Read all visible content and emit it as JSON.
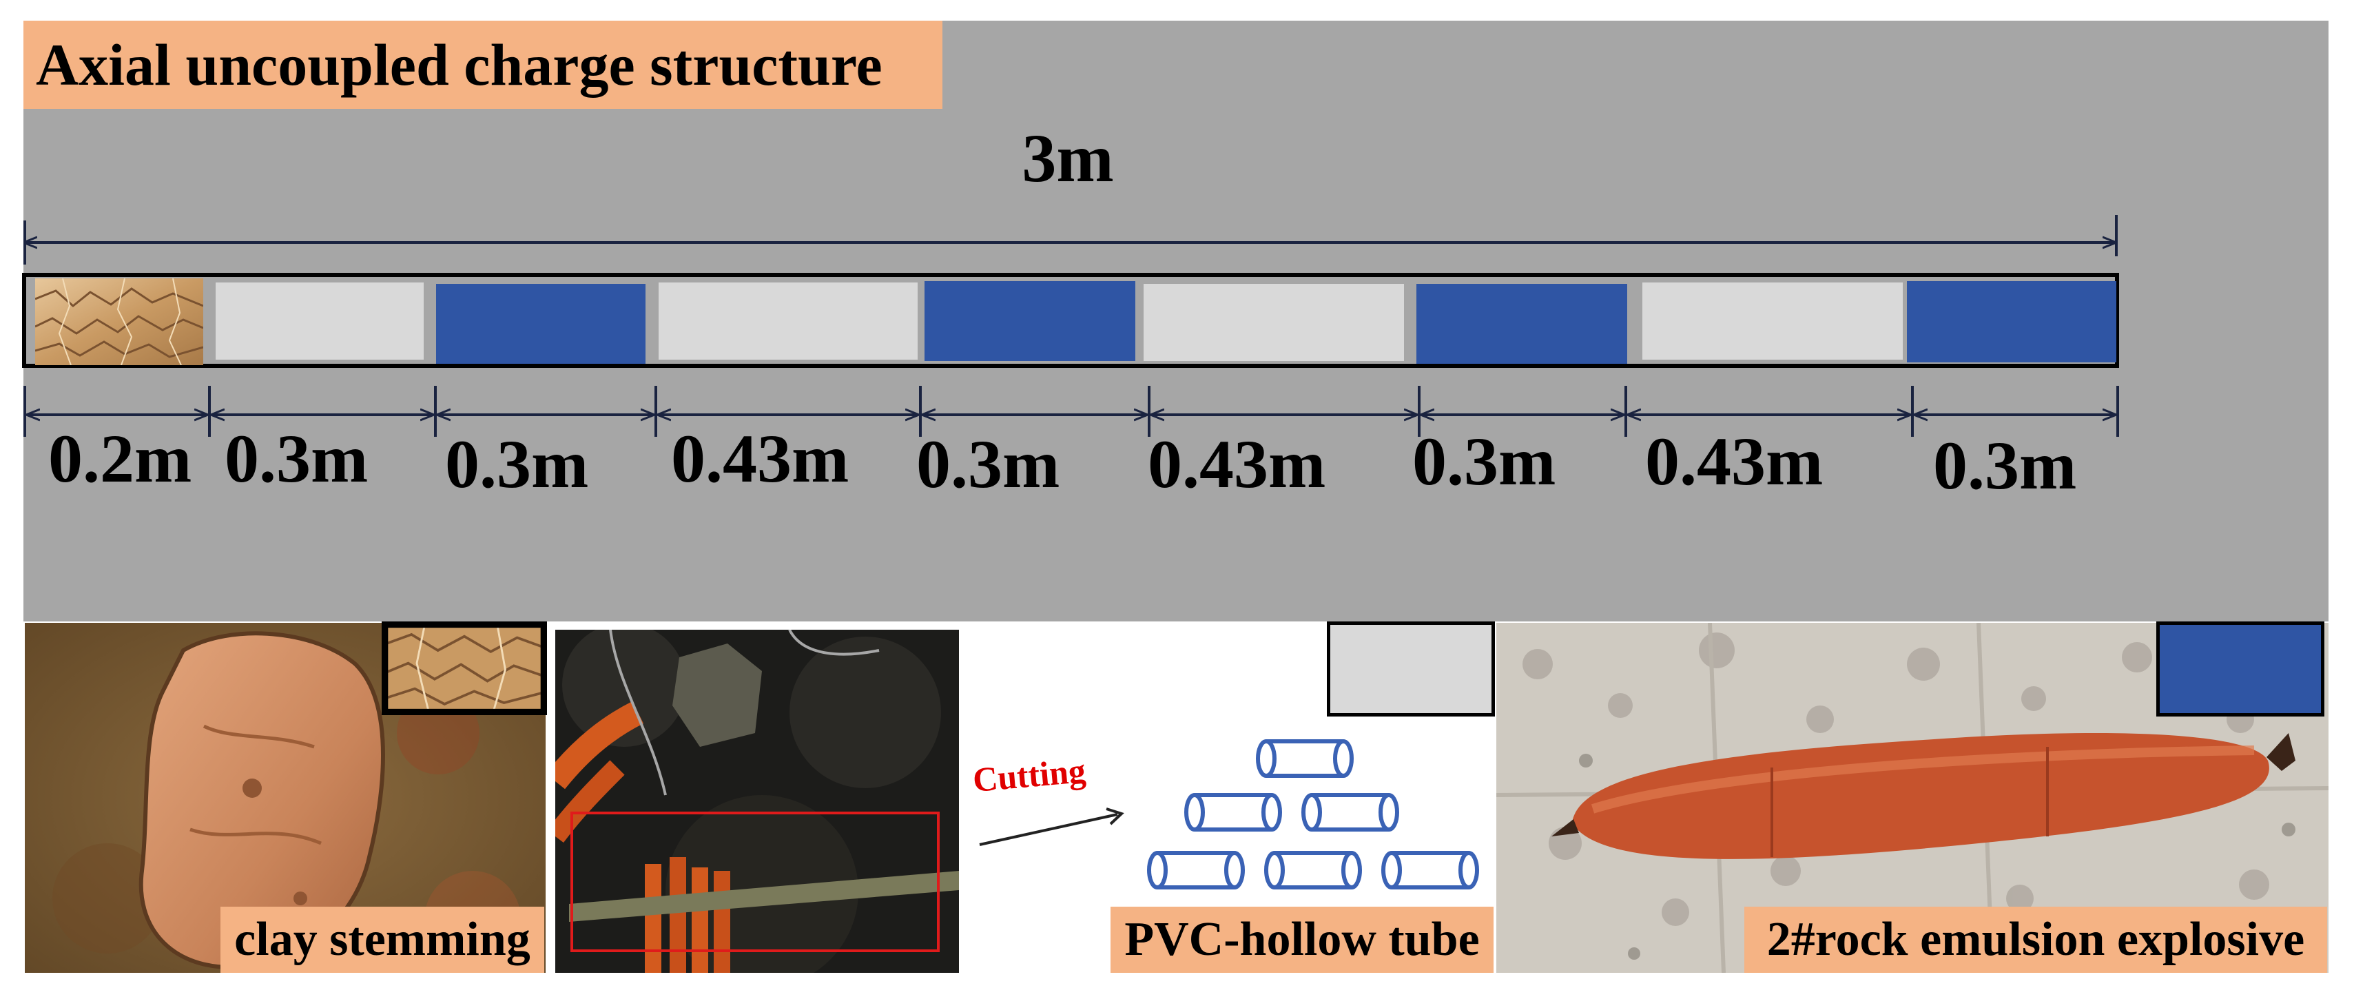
{
  "title": "Axial uncoupled charge structure",
  "total_length": "3m",
  "segments": [
    {
      "label": "0.2m",
      "material": "clay"
    },
    {
      "label": "0.3m",
      "material": "pvc-tube"
    },
    {
      "label": "0.3m",
      "material": "explosive"
    },
    {
      "label": "0.43m",
      "material": "pvc-tube"
    },
    {
      "label": "0.3m",
      "material": "explosive"
    },
    {
      "label": "0.43m",
      "material": "pvc-tube"
    },
    {
      "label": "0.3m",
      "material": "explosive"
    },
    {
      "label": "0.43m",
      "material": "pvc-tube"
    },
    {
      "label": "0.3m",
      "material": "explosive"
    }
  ],
  "captions": {
    "clay": "clay stemming",
    "pvc": "PVC-hollow tube",
    "explosive": "2#rock emulsion explosive"
  },
  "cutting_label": "Cutting",
  "colors": {
    "panel_bg": "#a6a6a6",
    "label_bg": "#f5b384",
    "explosive": "#2f55a4",
    "pvc_tube": "#d9d9d9",
    "dimension_line": "#1a2340",
    "cutting_text": "#e00000"
  }
}
